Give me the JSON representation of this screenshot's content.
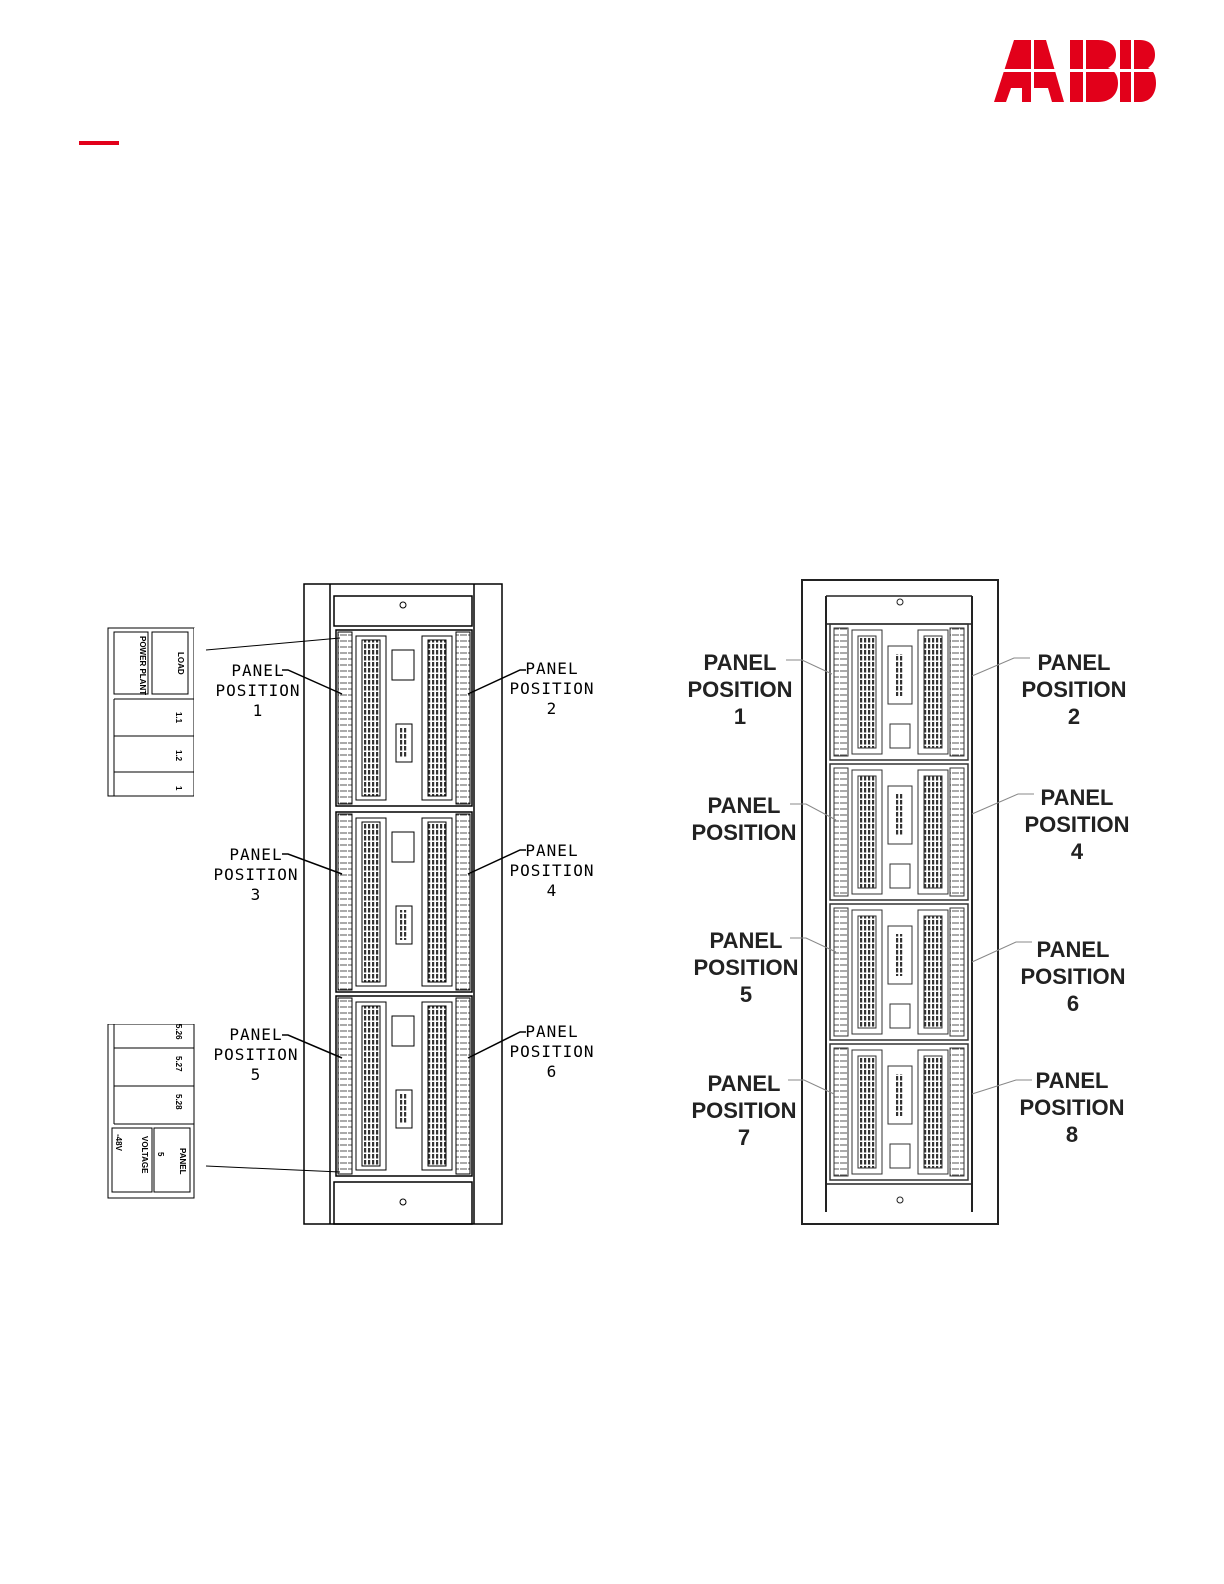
{
  "header": {
    "logo_text": "ABB",
    "logo_color": "#e2001a",
    "accent_color": "#e2001a"
  },
  "figure_left": {
    "labels": [
      {
        "line1": "PANEL",
        "line2": "POSITION",
        "line3": "1"
      },
      {
        "line1": "PANEL",
        "line2": "POSITION",
        "line3": "2"
      },
      {
        "line1": "PANEL",
        "line2": "POSITION",
        "line3": "3"
      },
      {
        "line1": "PANEL",
        "line2": "POSITION",
        "line3": "4"
      },
      {
        "line1": "PANEL",
        "line2": "POSITION",
        "line3": "5"
      },
      {
        "line1": "PANEL",
        "line2": "POSITION",
        "line3": "6"
      }
    ],
    "top_card": {
      "power_plant": "POWER PLANT",
      "load": "LOAD",
      "row1": "1.1",
      "row2": "1.2",
      "row3": "1"
    },
    "bottom_card": {
      "row1": "5.26",
      "row2": "5.27",
      "row3": "5.28",
      "voltage_label": "VOLTAGE",
      "voltage_value": "-48V",
      "panel_label": "PANEL",
      "panel_value": "5"
    }
  },
  "figure_right": {
    "labels": [
      {
        "line1": "PANEL",
        "line2": "POSITION",
        "line3": "1"
      },
      {
        "line1": "PANEL",
        "line2": "POSITION",
        "line3": "2"
      },
      {
        "line1": "PANEL",
        "line2": "POSITION",
        "line3": ""
      },
      {
        "line1": "PANEL",
        "line2": "POSITION",
        "line3": "4"
      },
      {
        "line1": "PANEL",
        "line2": "POSITION",
        "line3": "5"
      },
      {
        "line1": "PANEL",
        "line2": "POSITION",
        "line3": "6"
      },
      {
        "line1": "PANEL",
        "line2": "POSITION",
        "line3": "7"
      },
      {
        "line1": "PANEL",
        "line2": "POSITION",
        "line3": "8"
      }
    ]
  }
}
